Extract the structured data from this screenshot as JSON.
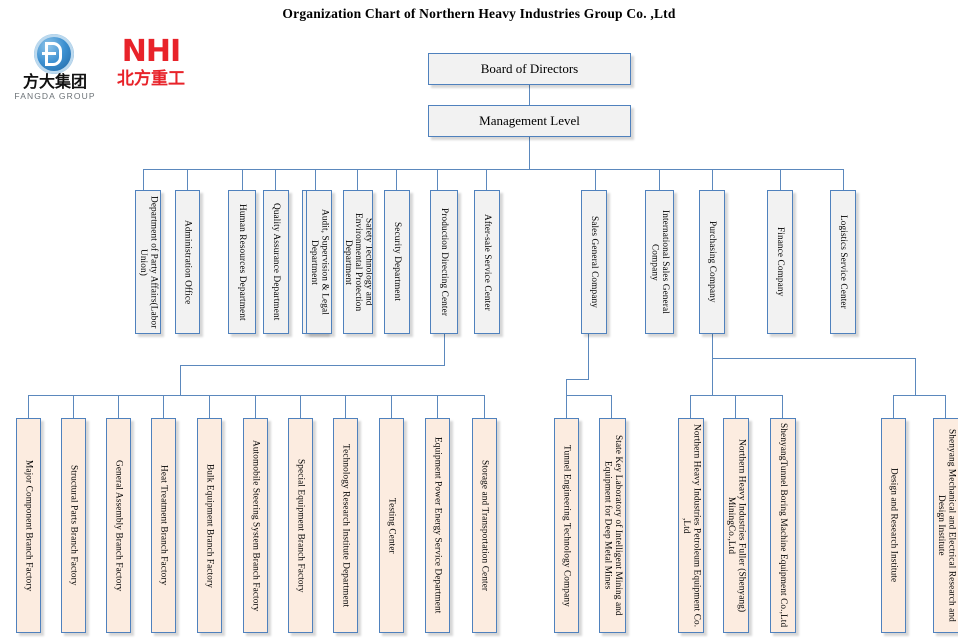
{
  "title": "Organization Chart of Northern Heavy Industries  Group Co. ,Ltd",
  "logos": {
    "fangda": {
      "cn": "方大集团",
      "en": "FANGDA GROUP"
    },
    "nhi": {
      "en": "NHI",
      "cn": "北方重工"
    }
  },
  "colors": {
    "box_border": "#4f81bd",
    "box_fill_gray": "#f2f2f2",
    "box_fill_peach": "#fcece0",
    "connector": "#5b88bd",
    "nhi_red": "#e8232a",
    "fangda_blue": "#1b5c96"
  },
  "top": [
    {
      "id": "board",
      "label": "Board of Directors"
    },
    {
      "id": "management",
      "label": "Management Level"
    }
  ],
  "level2_left": [
    {
      "id": "party-affairs",
      "label": "Department of Party Affairs(Labor Union)"
    },
    {
      "id": "administration-office",
      "label": "Administration Office"
    },
    {
      "id": "human-resources",
      "label": "Human Resources Department"
    },
    {
      "id": "quality-assurance",
      "label": "Quality Assurance Department"
    },
    {
      "id": "legal-department",
      "label": "Legal Department"
    },
    {
      "id": "audit-supervision",
      "label": "Audit, Supervision & Legal Department"
    },
    {
      "id": "safety-environmental",
      "label": "Safety Technology and Environmental Protection Department"
    },
    {
      "id": "security-department",
      "label": "Security Department"
    },
    {
      "id": "production-directing",
      "label": "Production Directing Center"
    },
    {
      "id": "after-sale-service",
      "label": "After-sale Service Center"
    }
  ],
  "level2_right": [
    {
      "id": "sales-general",
      "label": "Sales General Company"
    },
    {
      "id": "international-sales",
      "label": "International Sales General Company"
    },
    {
      "id": "purchasing-company",
      "label": "Purchasing Company"
    },
    {
      "id": "finance-company",
      "label": "Finance Company"
    },
    {
      "id": "logistics-service",
      "label": "Logistics Service Center"
    }
  ],
  "level3_production": [
    {
      "id": "major-component",
      "label": "Major Component Branch Factory"
    },
    {
      "id": "structural-parts",
      "label": "Structural Parts Branch Factory"
    },
    {
      "id": "general-assembly",
      "label": "General Assembly Branch Factory"
    },
    {
      "id": "heat-treatment",
      "label": "Heat Treatment Branch Factory"
    },
    {
      "id": "bulk-equipment",
      "label": "Bulk Equipment Branch Factory"
    },
    {
      "id": "automobile-steering",
      "label": "Automobile Steering System Branch Factory"
    },
    {
      "id": "special-equipment",
      "label": "Special Equipment Branch Factory"
    },
    {
      "id": "technology-research",
      "label": "Technology Research Institute Department"
    },
    {
      "id": "testing-center",
      "label": "Testing Center"
    },
    {
      "id": "equipment-power",
      "label": "Equipment Power Energy Service Department"
    },
    {
      "id": "storage-transportation",
      "label": "Storage and Transportation Center"
    }
  ],
  "level3_sales": [
    {
      "id": "tunnel-engineering",
      "label": "Tunnel Engineering Technology Company"
    },
    {
      "id": "state-key-laboratory",
      "label": "State Key Laboratory of Intelligent Mining and Equipment for Deep Metal Mines"
    }
  ],
  "level3_subsidiaries": [
    {
      "id": "petroleum-equipment",
      "label": "Northern Heavy Industries Petroleum Equipment Co. ,Ltd"
    },
    {
      "id": "fuller-mining",
      "label": "Northern Heavy Industries Fuller (Shenyang) MiningCo.,Ltd"
    },
    {
      "id": "tunnel-boring",
      "label": "ShenyangTunnel Boring Machine Equipment Co.,Ltd"
    }
  ],
  "level3_research": [
    {
      "id": "design-research-institute",
      "label": "Design and Research Institute"
    },
    {
      "id": "mechanical-electrical-institute",
      "label": "Shenyang Mechanical and Electrical Research and Design Institute"
    }
  ]
}
